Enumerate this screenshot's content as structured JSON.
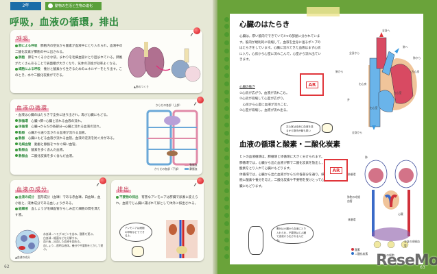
{
  "left_page": {
    "header": {
      "grade": "2年",
      "unit": "動物の生活と生物の進化"
    },
    "title": "呼吸，血液の循環，排出",
    "page_number": "62",
    "sections": {
      "respiration": {
        "heading": "呼吸",
        "items": [
          {
            "term": "肺による呼吸",
            "text": "肺胞内の空気から酸素が血液中にとり入れられ，血液中の二酸化炭素が肺胞の中に出される。"
          },
          {
            "term": "肺胞",
            "text": "肺をつくる小さな袋。まわりを毛細血管にとり囲まれている。肺胞がたくさんあることで表面積が大きくなり，気体の交換が効率よくなる。"
          },
          {
            "term": "細胞による呼吸",
            "text": "養分と酸素から生きるためのエネルギーをとり出す。このとき，水や二酸化炭素ができる。"
          }
        ],
        "figure_labels": [
          "肺",
          "気管",
          "気管支",
          "毛細血管",
          "酸素",
          "二酸化炭素",
          "肺胞"
        ],
        "caption": "▲肺のつくり"
      },
      "circulation": {
        "heading": "血液の循環",
        "intro": "・血液は心臓のはたらきで全身に送り出され，再び心臓にもどる。",
        "items": [
          {
            "term": "肺循環",
            "text": "心臓→肺→心臓と流れる血液の流れ。"
          },
          {
            "term": "体循環",
            "text": "心臓→からだの各部分→心臓と流れる血液の流れ。"
          },
          {
            "term": "動脈",
            "text": "心臓から送り出される血液が流れる血管。"
          },
          {
            "term": "静脈",
            "text": "心臓にもどる血液が流れる血管。血液の逆流を防ぐ弁がある。"
          },
          {
            "term": "毛細血管",
            "text": "動脈と静脈をつなぐ細い血管。"
          },
          {
            "term": "動脈血",
            "text": "酸素を多く含んだ血液。"
          },
          {
            "term": "静脈血",
            "text": "二酸化炭素を多く含んだ血液。"
          }
        ],
        "figure_labels": {
          "top": "からだの各部（上部）",
          "bottom": "からだの各部（下部）",
          "lung": "肺",
          "heart": "心臓",
          "liver": "肝臓",
          "intestine": "小腸",
          "kidney": "じん臓"
        },
        "legend": [
          "動脈血",
          "静脈血"
        ]
      },
      "blood_components": {
        "heading": "血液の成分",
        "items": [
          {
            "term": "血液の成分",
            "text": "固形成分（血球）である赤血球，白血球，血小板と，液体成分である血しょうがある。"
          },
          {
            "term": "組織液",
            "text": "血しょうが毛細血管からしみ出て細胞の間を満たす液。"
          }
        ],
        "figure_labels": [
          "赤血球…ヘモグロビンを含み，酸素を運ぶ。",
          "白血球…細菌などを分解する。",
          "血小板…出血した血液を固める。",
          "血しょう…透明な液体。養分や不要物をとかして運ぶ。"
        ],
        "caption": "▲血液の成分"
      },
      "excretion": {
        "heading": "排出",
        "items": [
          {
            "term": "不要物の排出",
            "text": "有害なアンモニアは肝臓で尿素に変えられ，血液でじん臓に運ばれて尿として体外に排出される。"
          }
        ],
        "speech_bubble": "アンモニアは細胞の呼吸などでできるよ。",
        "figure_labels": [
          "静脈",
          "動脈",
          "尿",
          "じん臓",
          "輸尿管",
          "ぼうこう",
          "尿"
        ]
      }
    }
  },
  "right_page": {
    "page_number": "63",
    "heart_section": {
      "title": "心臓のはたらき",
      "body": "心臓は，厚い筋肉でできていて4つの部屋に分かれています。筋肉が規則的に収縮して，血液を全身に送るポンプのはたらきをしています。心臓に流れてきた血液はまず心房に入り，心房から心室に流れこんで，心室から流れ出ていきます。",
      "steps_heading": "心臓の動き",
      "steps": [
        "①心房が広がり，血液が流れこむ。",
        "②心房が収縮して心室が広がり，",
        "　心房から心室に血液が流れこむ。",
        "③心室が収縮し，血液が流れ出る。"
      ],
      "ar_label": "AR",
      "speech_bubble": "左心室は全身に血液を送るから筋肉が最も厚いよ。",
      "figure_labels": {
        "to_body": "全身へ",
        "to_lung": "肺へ",
        "from_upper_body": "全身から",
        "from_lung_left": "肺から",
        "from_lung_right": "肺から",
        "right_atrium": "右心房",
        "left_atrium": "左心房",
        "right_ventricle": "右心室",
        "left_ventricle": "左心室",
        "valve": "弁",
        "from_lower_body": "全身から"
      }
    },
    "circulation_section": {
      "title": "血液の循環と酸素・二酸化炭素",
      "body": [
        "ヒトの血液循環は，肺循環と体循環に大きく分けられます。",
        "肺循環では，心臓から出た血液が肺で二酸化炭素を放出し，酸素をとり入れて心臓にもどります。",
        "体循環では，心臓から出た血液がからだの各部分を通り，細胞に酸素や養分を与え，二酸化炭素や不要物を受けとって心臓にもどります。"
      ],
      "ar_label": "AR",
      "speech_bubble": "養分は小腸から血液にとり入れられ，不要物はじん臓で血液から出されるんだね。",
      "figure_labels": {
        "lung": "肺",
        "pulmonary": "肺循環",
        "lung_capillary": "肺胞の毛細血管",
        "systemic": "体循環",
        "heart": "心臓",
        "body_capillary": "全身の毛細血管",
        "cells": "からだの細胞"
      },
      "legend": [
        {
          "label": "酸素",
          "color": "#d0303a"
        },
        {
          "label": "二酸化炭素",
          "color": "#2a6fc8"
        }
      ]
    }
  },
  "watermark": "ReseMom",
  "colors": {
    "accent_green": "#2e8a3e",
    "grade_blue": "#1a6da8",
    "heading_pink": "#c2334f",
    "artery_red": "#d0303a",
    "vein_blue": "#3f9ae0",
    "binder_green": "#6aa33a"
  }
}
